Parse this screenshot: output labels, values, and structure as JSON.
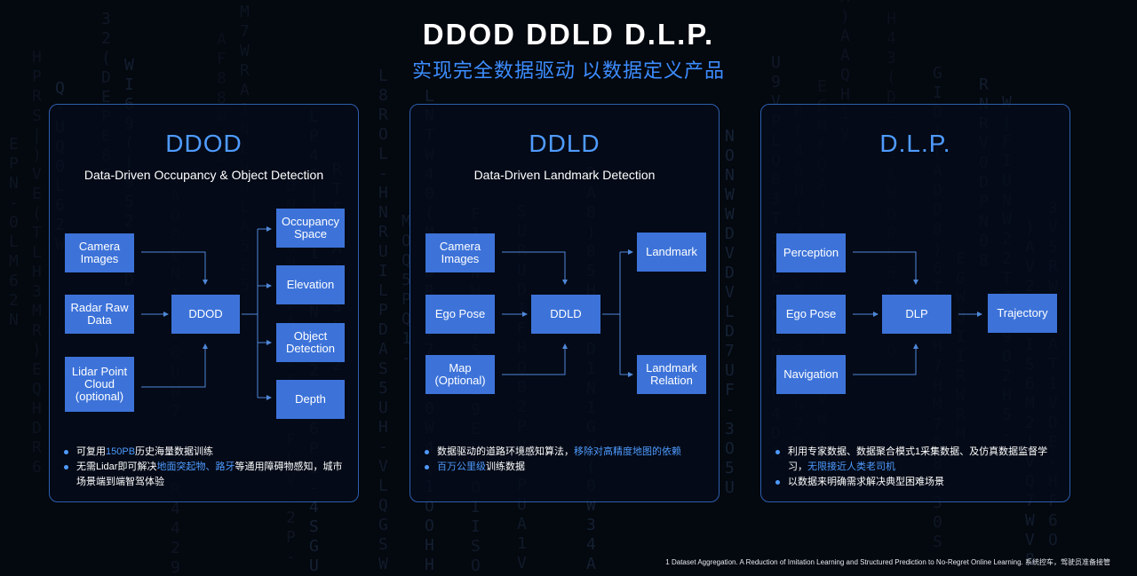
{
  "header": {
    "title": "DDOD DDLD D.L.P.",
    "subtitle": "实现完全数据驱动 以数据定义产品"
  },
  "panels": [
    {
      "heading": "DDOD",
      "subheading": "Data-Driven Occupancy & Object Detection",
      "inputs": [
        "Camera Images",
        "Radar Raw Data",
        "Lidar Point Cloud (optional)"
      ],
      "center": "DDOD",
      "outputs": [
        "Occupancy Space",
        "Elevation",
        "Object Detection",
        "Depth"
      ],
      "bullets": [
        {
          "pre": "可复用",
          "hl": "150PB",
          "post": "历史海量数据训练"
        },
        {
          "pre": "无需Lidar即可解决",
          "hl": "地面突起物、路牙",
          "post": "等通用障碍物感知，城市场景端到端智驾体验"
        }
      ]
    },
    {
      "heading": "DDLD",
      "subheading": "Data-Driven Landmark Detection",
      "inputs": [
        "Camera Images",
        "Ego Pose",
        "Map (Optional)"
      ],
      "center": "DDLD",
      "outputs": [
        "Landmark",
        "Landmark Relation"
      ],
      "bullets": [
        {
          "pre": "数据驱动的道路环境感知算法，",
          "hl": "移除对高精度地图的依赖",
          "post": ""
        },
        {
          "pre": "",
          "hl": "百万公里级",
          "post": "训练数据"
        }
      ]
    },
    {
      "heading": "D.L.P.",
      "subheading": "",
      "inputs": [
        "Perception",
        "Ego Pose",
        "Navigation"
      ],
      "center": "DLP",
      "outputs": [
        "Trajectory"
      ],
      "bullets": [
        {
          "pre": "利用专家数据、数据聚合模式1采集数据、及仿真数据监督学习，",
          "hl": "无限接近人类老司机",
          "post": ""
        },
        {
          "pre": "以数据来明确需求解决典型困难场景",
          "hl": "",
          "post": ""
        }
      ]
    }
  ],
  "footnote": "1 Dataset Aggregation. A Reduction of Imitation Learning and Structured Prediction to No-Regret Online Learning. 系统控车，驾驶员准备接管",
  "colors": {
    "accent": "#4f9bff",
    "node": "#3d73d9",
    "border": "#2d5fae",
    "background": "#04080f"
  }
}
